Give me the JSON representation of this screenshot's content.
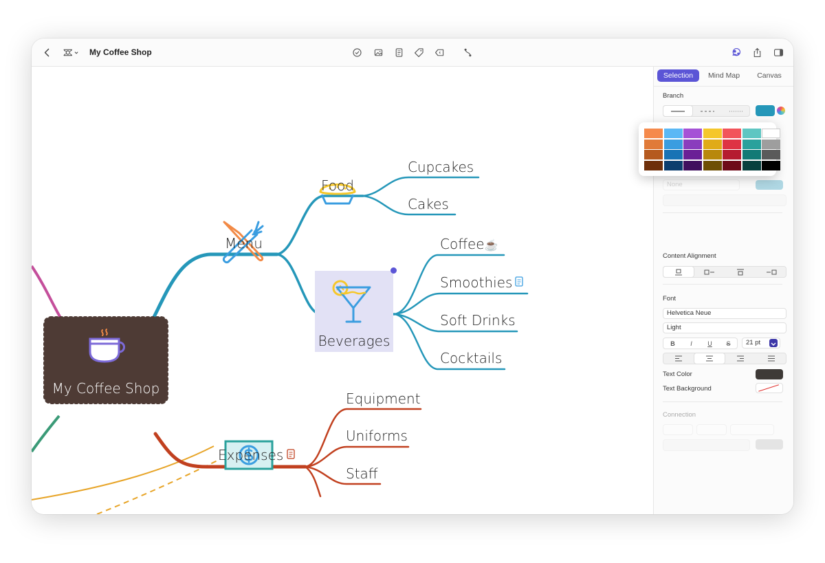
{
  "toolbar": {
    "title": "My Coffee Shop",
    "icons": [
      "back-icon",
      "outline-icon",
      "checkbox-icon",
      "image-icon",
      "note-icon",
      "tag-icon",
      "label-icon",
      "connection-icon",
      "collaborate-icon",
      "share-icon",
      "sidebar-icon"
    ]
  },
  "mindmap": {
    "root": "My Coffee Shop",
    "menu": "Menu",
    "food": "Food",
    "cupcakes": "Cupcakes",
    "cakes": "Cakes",
    "beverages": "Beverages",
    "coffee": "Coffee",
    "coffee_emoji": "☕",
    "smoothies": "Smoothies",
    "soft_drinks": "Soft Drinks",
    "cocktails": "Cocktails",
    "expenses": "Expenses",
    "equipment": "Equipment",
    "uniforms": "Uniforms",
    "staff": "Staff",
    "colors": {
      "menu_branch": "#2597b9",
      "expenses_branch": "#c1401f",
      "root_fill": "#4e3b35",
      "selection": "#e2e1f5",
      "accent": "#5b55d6"
    }
  },
  "panel": {
    "tabs": [
      "Selection",
      "Mind Map",
      "Canvas"
    ],
    "active_tab": "Selection",
    "branch_label": "Branch",
    "branch_color": "#2597b9",
    "none_label": "None",
    "content_alignment_label": "Content Alignment",
    "font_label": "Font",
    "font_family": "Helvetica Neue",
    "font_weight": "Light",
    "font_size": "21 pt",
    "bold": "B",
    "italic": "I",
    "underline": "U",
    "strike": "S",
    "text_color_label": "Text Color",
    "text_color": "#3e3a37",
    "text_background_label": "Text Background",
    "connection_label": "Connection"
  },
  "palette": [
    [
      "#f58a4c",
      "#5bb8f5",
      "#a552d6",
      "#f5c72b",
      "#f2545b",
      "#5fc6c2",
      "#ffffff"
    ],
    [
      "#e07a38",
      "#3a9de0",
      "#8a3dbd",
      "#e0ab18",
      "#de3344",
      "#2aa19c",
      "#9e9e9e"
    ],
    [
      "#b55a1f",
      "#1873b5",
      "#6a2096",
      "#b8880c",
      "#b51c30",
      "#137a76",
      "#5a5a5a"
    ],
    [
      "#6e2f0a",
      "#0c3e6e",
      "#40105e",
      "#6e4f04",
      "#6e0a18",
      "#08403e",
      "#000000"
    ]
  ]
}
